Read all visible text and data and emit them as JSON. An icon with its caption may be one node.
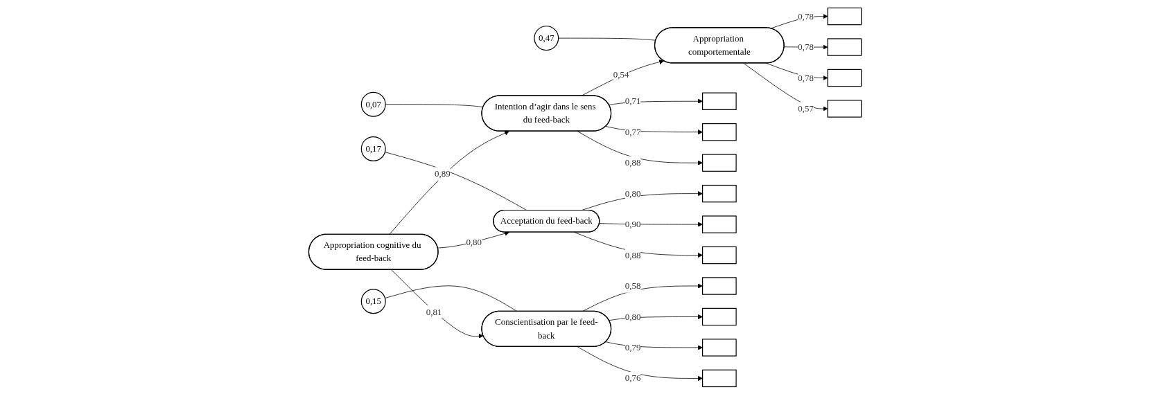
{
  "diagram": {
    "nodes": [
      {
        "text": [
          "Appropriation cognitive du feed-back"
        ]
      },
      {
        "text": [
          "Intention d’agir dans le sens du feed-back"
        ]
      },
      {
        "text": [
          "Appropriation comportementale"
        ]
      },
      {
        "text": [
          "0,07"
        ]
      },
      {
        "text": [
          "0,47"
        ]
      },
      {
        "text": [
          "0,17"
        ]
      },
      {
        "text": [
          "0,15"
        ]
      },
      {
        "text": [
          "Acceptation du feed-back"
        ]
      },
      {
        "text": [
          "Conscientisation par le feed-back"
        ]
      },
      {
        "text": [],
        "shape": "box"
      },
      {
        "text": [],
        "shape": "box"
      },
      {
        "text": [],
        "shape": "box"
      },
      {
        "text": [],
        "shape": "box"
      },
      {
        "text": [],
        "shape": "box"
      },
      {
        "text": [],
        "shape": "box"
      },
      {
        "text": [],
        "shape": "box"
      },
      {
        "text": [],
        "shape": "box"
      },
      {
        "text": [],
        "shape": "box"
      },
      {
        "text": [],
        "shape": "box"
      },
      {
        "text": [],
        "shape": "box"
      },
      {
        "text": [],
        "shape": "box"
      },
      {
        "text": [],
        "shape": "box"
      },
      {
        "text": [],
        "shape": "box"
      }
    ],
    "edges": [
      {
        "from": 0,
        "to": 1,
        "arrow": "to",
        "label": "0,89"
      },
      {
        "from": 1,
        "to": 2,
        "arrow": "to",
        "label": "0,54"
      },
      {
        "from": 0,
        "to": 7,
        "arrow": "to",
        "label": "0,80"
      },
      {
        "from": 0,
        "to": 8,
        "arrow": "to",
        "label": "0,81"
      },
      {
        "from": 3,
        "to": 1,
        "arrow": "none"
      },
      {
        "from": 4,
        "to": 2,
        "arrow": "none"
      },
      {
        "from": 5,
        "to": 7,
        "arrow": "none"
      },
      {
        "from": 6,
        "to": 8,
        "arrow": "none"
      },
      {
        "from": 1,
        "to": 9,
        "arrow": "to",
        "label": "0,71"
      },
      {
        "from": 1,
        "to": 10,
        "arrow": "to",
        "label": "0,77"
      },
      {
        "from": 1,
        "to": 11,
        "arrow": "to",
        "label": "0,88"
      },
      {
        "from": 2,
        "to": 12,
        "arrow": "to",
        "label": "0,78"
      },
      {
        "from": 2,
        "to": 13,
        "arrow": "to",
        "label": "0,78"
      },
      {
        "from": 2,
        "to": 14,
        "arrow": "to",
        "label": "0,78"
      },
      {
        "from": 2,
        "to": 15,
        "arrow": "to",
        "label": "0,57"
      },
      {
        "from": 7,
        "to": 16,
        "arrow": "to",
        "label": "0,80"
      },
      {
        "from": 7,
        "to": 17,
        "arrow": "to",
        "label": "0,90"
      },
      {
        "from": 7,
        "to": 18,
        "arrow": "to",
        "label": "0,88"
      },
      {
        "from": 8,
        "to": 19,
        "arrow": "to",
        "label": "0,58"
      },
      {
        "from": 8,
        "to": 20,
        "arrow": "to",
        "label": "0,80"
      },
      {
        "from": 8,
        "to": 21,
        "arrow": "to",
        "label": "0,79"
      },
      {
        "from": 8,
        "to": 22,
        "arrow": "to",
        "label": "0,76"
      }
    ]
  }
}
